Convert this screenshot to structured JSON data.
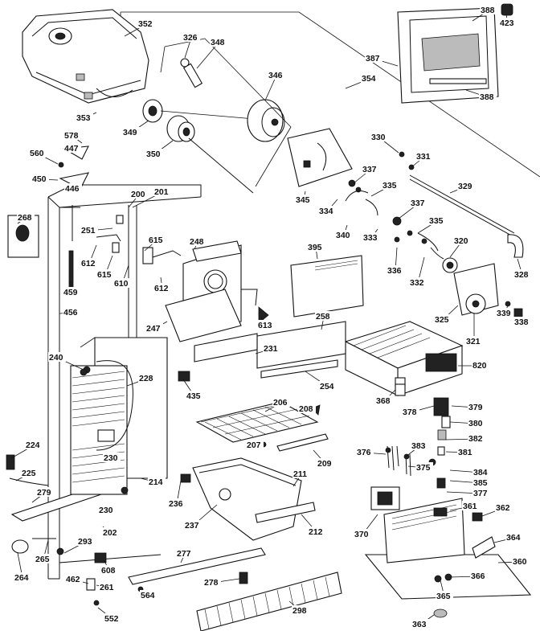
{
  "labels": [
    "352",
    "326",
    "348",
    "388",
    "423",
    "387",
    "354",
    "388",
    "346",
    "353",
    "349",
    "350",
    "578",
    "447",
    "560",
    "450",
    "446",
    "345",
    "330",
    "331",
    "337",
    "335",
    "329",
    "201",
    "200",
    "268",
    "251",
    "615",
    "248",
    "612",
    "615",
    "610",
    "612",
    "334",
    "340",
    "333",
    "337",
    "335",
    "336",
    "332",
    "320",
    "328",
    "395",
    "459",
    "456",
    "247",
    "613",
    "325",
    "321",
    "339",
    "338",
    "240",
    "258",
    "231",
    "228",
    "435",
    "254",
    "820",
    "368",
    "206",
    "208",
    "378",
    "379",
    "380",
    "382",
    "224",
    "230",
    "207",
    "209",
    "376",
    "383",
    "375",
    "381",
    "225",
    "279",
    "214",
    "236",
    "211",
    "384",
    "385",
    "377",
    "230",
    "237",
    "212",
    "370",
    "361",
    "362",
    "293",
    "202",
    "364",
    "265",
    "264",
    "608",
    "277",
    "462",
    "261",
    "278",
    "360",
    "366",
    "564",
    "365",
    "552",
    "298",
    "363"
  ]
}
